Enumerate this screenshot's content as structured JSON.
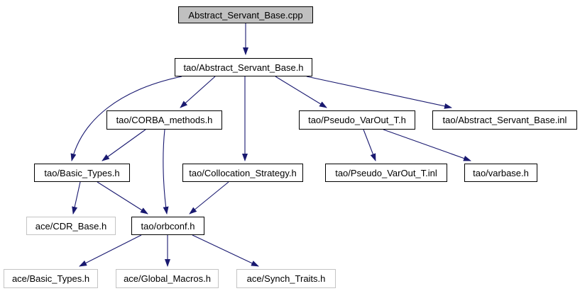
{
  "colors": {
    "edge": "#191970",
    "node_fill": "#ffffff",
    "node_border": "#000000",
    "root_fill": "#c0c0c0",
    "external_border": "#c4c4c4",
    "text": "#000000"
  },
  "graph": {
    "type": "include-dependency-graph",
    "nodes": {
      "cpp": {
        "label": "Abstract_Servant_Base.cpp",
        "style": "root"
      },
      "ash_h": {
        "label": "tao/Abstract_Servant_Base.h",
        "style": "linked"
      },
      "corba_methods": {
        "label": "tao/CORBA_methods.h",
        "style": "linked"
      },
      "pseudo_varout_h": {
        "label": "tao/Pseudo_VarOut_T.h",
        "style": "linked"
      },
      "ash_inl": {
        "label": "tao/Abstract_Servant_Base.inl",
        "style": "linked"
      },
      "tao_basic_types": {
        "label": "tao/Basic_Types.h",
        "style": "linked"
      },
      "collocation": {
        "label": "tao/Collocation_Strategy.h",
        "style": "linked"
      },
      "pseudo_varout_inl": {
        "label": "tao/Pseudo_VarOut_T.inl",
        "style": "linked"
      },
      "varbase": {
        "label": "tao/varbase.h",
        "style": "linked"
      },
      "cdr_base": {
        "label": "ace/CDR_Base.h",
        "style": "external"
      },
      "orbconf": {
        "label": "tao/orbconf.h",
        "style": "linked"
      },
      "ace_basic_types": {
        "label": "ace/Basic_Types.h",
        "style": "external"
      },
      "global_macros": {
        "label": "ace/Global_Macros.h",
        "style": "external"
      },
      "synch_traits": {
        "label": "ace/Synch_Traits.h",
        "style": "external"
      }
    },
    "edges": [
      {
        "from": "cpp",
        "to": "ash_h"
      },
      {
        "from": "ash_h",
        "to": "corba_methods"
      },
      {
        "from": "ash_h",
        "to": "tao_basic_types"
      },
      {
        "from": "ash_h",
        "to": "collocation"
      },
      {
        "from": "ash_h",
        "to": "pseudo_varout_h"
      },
      {
        "from": "ash_h",
        "to": "ash_inl"
      },
      {
        "from": "corba_methods",
        "to": "tao_basic_types"
      },
      {
        "from": "corba_methods",
        "to": "orbconf"
      },
      {
        "from": "tao_basic_types",
        "to": "cdr_base"
      },
      {
        "from": "tao_basic_types",
        "to": "orbconf"
      },
      {
        "from": "collocation",
        "to": "orbconf"
      },
      {
        "from": "pseudo_varout_h",
        "to": "pseudo_varout_inl"
      },
      {
        "from": "pseudo_varout_h",
        "to": "varbase"
      },
      {
        "from": "orbconf",
        "to": "ace_basic_types"
      },
      {
        "from": "orbconf",
        "to": "global_macros"
      },
      {
        "from": "orbconf",
        "to": "synch_traits"
      }
    ]
  }
}
